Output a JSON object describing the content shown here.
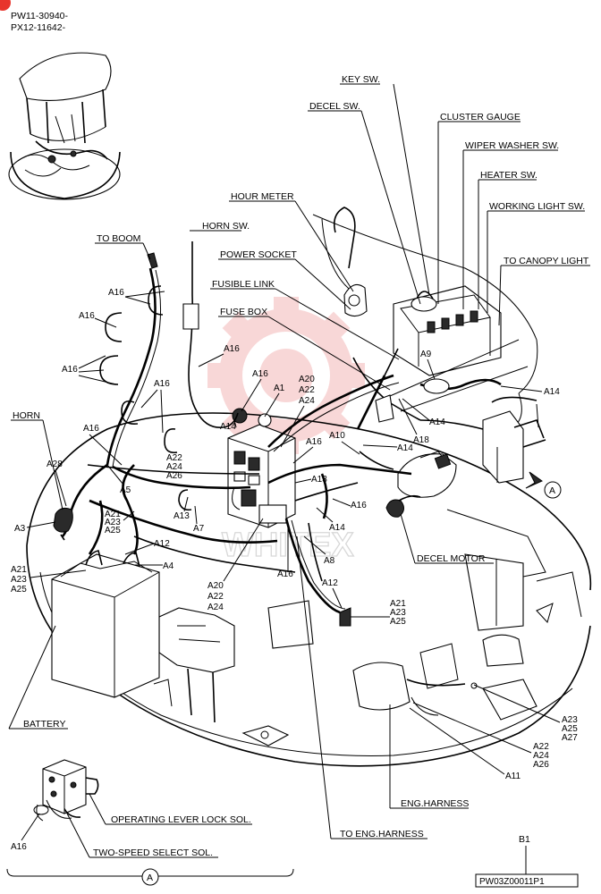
{
  "header": {
    "serial_1": "PW11-30940-",
    "serial_2": "PX12-11642-"
  },
  "watermark": "WHITEX",
  "labels": {
    "key_sw": "KEY SW.",
    "decel_sw": "DECEL SW.",
    "cluster_gauge": "CLUSTER GAUGE",
    "wiper_washer_sw": "WIPER WASHER SW.",
    "heater_sw": "HEATER SW.",
    "working_light_sw": "WORKING LIGHT SW.",
    "to_canopy_light": "TO CANOPY LIGHT",
    "hour_meter": "HOUR METER",
    "horn_sw": "HORN SW.",
    "to_boom": "TO BOOM",
    "power_socket": "POWER SOCKET",
    "fusible_link": "FUSIBLE LINK",
    "fuse_box": "FUSE BOX",
    "horn": "HORN",
    "battery": "BATTERY",
    "decel_motor": "DECEL MOTOR",
    "eng_harness": "ENG.HARNESS",
    "to_eng_harness": "TO ENG.HARNESS",
    "operating_lever_lock_sol": "OPERATING LEVER LOCK SOL.",
    "two_speed_select_sol": "TWO-SPEED SELECT SOL.",
    "view_a_marker": "A",
    "view_a_callout": "A",
    "page_ref": "B1",
    "part_code": "PW03Z00011P1"
  },
  "callouts": {
    "a1": "A1",
    "a3": "A3",
    "a4": "A4",
    "a5": "A5",
    "a7": "A7",
    "a8": "A8",
    "a9": "A9",
    "a10": "A10",
    "a11": "A11",
    "a12": "A12",
    "a13": "A13",
    "a14": "A14",
    "a16": "A16",
    "a18": "A18",
    "a20": "A20",
    "a21": "A21",
    "a22": "A22",
    "a23": "A23",
    "a24": "A24",
    "a25": "A25",
    "a26": "A26",
    "a27": "A27",
    "a28": "A28"
  },
  "colors": {
    "line": "#000000",
    "watermark": "#f4b8b8",
    "badge": "#e8342c"
  }
}
